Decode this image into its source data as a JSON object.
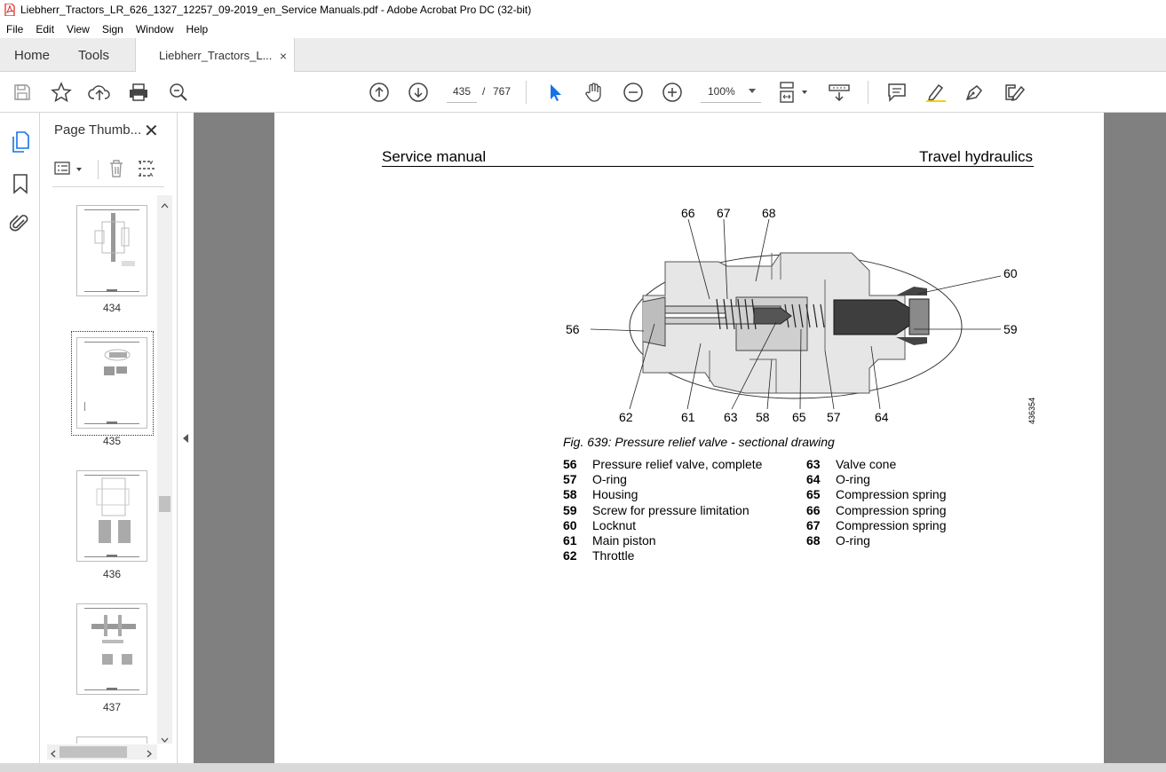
{
  "window": {
    "title": "Liebherr_Tractors_LR_626_1327_12257_09-2019_en_Service Manuals.pdf - Adobe Acrobat Pro DC (32-bit)"
  },
  "menu": [
    "File",
    "Edit",
    "View",
    "Sign",
    "Window",
    "Help"
  ],
  "tabs": {
    "home": "Home",
    "tools": "Tools",
    "document": "Liebherr_Tractors_L...",
    "close": "×"
  },
  "toolbar": {
    "page_current": "435",
    "page_separator": "/",
    "page_total": "767",
    "zoom": "100%"
  },
  "thumbnail_panel": {
    "title": "Page Thumb...",
    "close": "✕",
    "pages": [
      "434",
      "435",
      "436",
      "437"
    ],
    "selected_page": "435"
  },
  "document": {
    "header_left": "Service manual",
    "header_right": "Travel hydraulics",
    "figure_labels": {
      "l66": "66",
      "l67": "67",
      "l68": "68",
      "l60": "60",
      "l56": "56",
      "l59": "59",
      "l62": "62",
      "l61": "61",
      "l63": "63",
      "l58": "58",
      "l65": "65",
      "l57": "57",
      "l64": "64"
    },
    "figure_id": "436354",
    "caption": "Fig. 639: Pressure relief valve - sectional drawing",
    "legend_left": [
      {
        "num": "56",
        "text": "Pressure relief valve, complete"
      },
      {
        "num": "57",
        "text": "O-ring"
      },
      {
        "num": "58",
        "text": "Housing"
      },
      {
        "num": "59",
        "text": "Screw for pressure limitation"
      },
      {
        "num": "60",
        "text": "Locknut"
      },
      {
        "num": "61",
        "text": "Main piston"
      },
      {
        "num": "62",
        "text": "Throttle"
      }
    ],
    "legend_right": [
      {
        "num": "63",
        "text": "Valve cone"
      },
      {
        "num": "64",
        "text": "O-ring"
      },
      {
        "num": "65",
        "text": "Compression spring"
      },
      {
        "num": "66",
        "text": "Compression spring"
      },
      {
        "num": "67",
        "text": "Compression spring"
      },
      {
        "num": "68",
        "text": "O-ring"
      }
    ]
  }
}
